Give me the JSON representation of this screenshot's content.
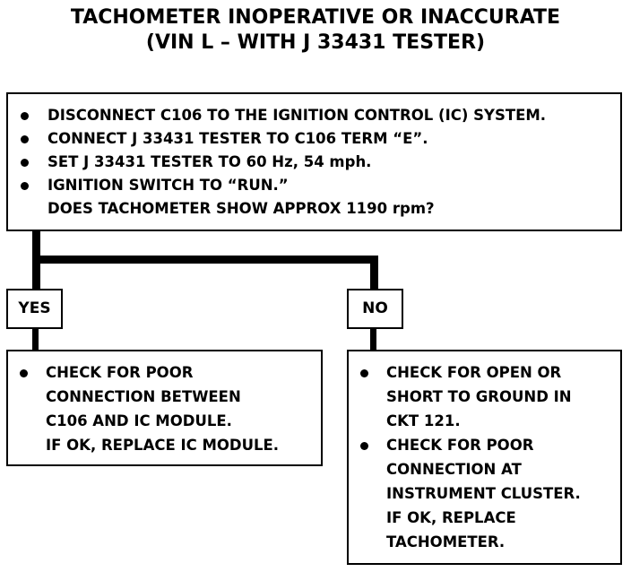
{
  "title": {
    "line1": "TACHOMETER INOPERATIVE OR INACCURATE",
    "line2": "(VIN L – WITH J 33431 TESTER)"
  },
  "main_box": {
    "steps": [
      "DISCONNECT C106 TO THE IGNITION CONTROL (IC) SYSTEM.",
      "CONNECT J 33431 TESTER TO C106 TERM “E”.",
      "SET J 33431 TESTER TO 60 Hz, 54 mph.",
      "IGNITION SWITCH TO “RUN.”"
    ],
    "question": "DOES TACHOMETER SHOW APPROX 1190 rpm?"
  },
  "branches": {
    "yes_label": "YES",
    "no_label": "NO"
  },
  "yes_result": {
    "lines": [
      "CHECK FOR POOR",
      "CONNECTION BETWEEN",
      "C106 AND IC MODULE.",
      "IF OK, REPLACE IC MODULE."
    ]
  },
  "no_result": {
    "lines": [
      "CHECK FOR OPEN OR",
      "SHORT TO GROUND IN",
      "CKT 121.",
      "CHECK FOR POOR",
      "CONNECTION AT",
      "INSTRUMENT CLUSTER.",
      "IF OK, REPLACE",
      "TACHOMETER."
    ]
  }
}
